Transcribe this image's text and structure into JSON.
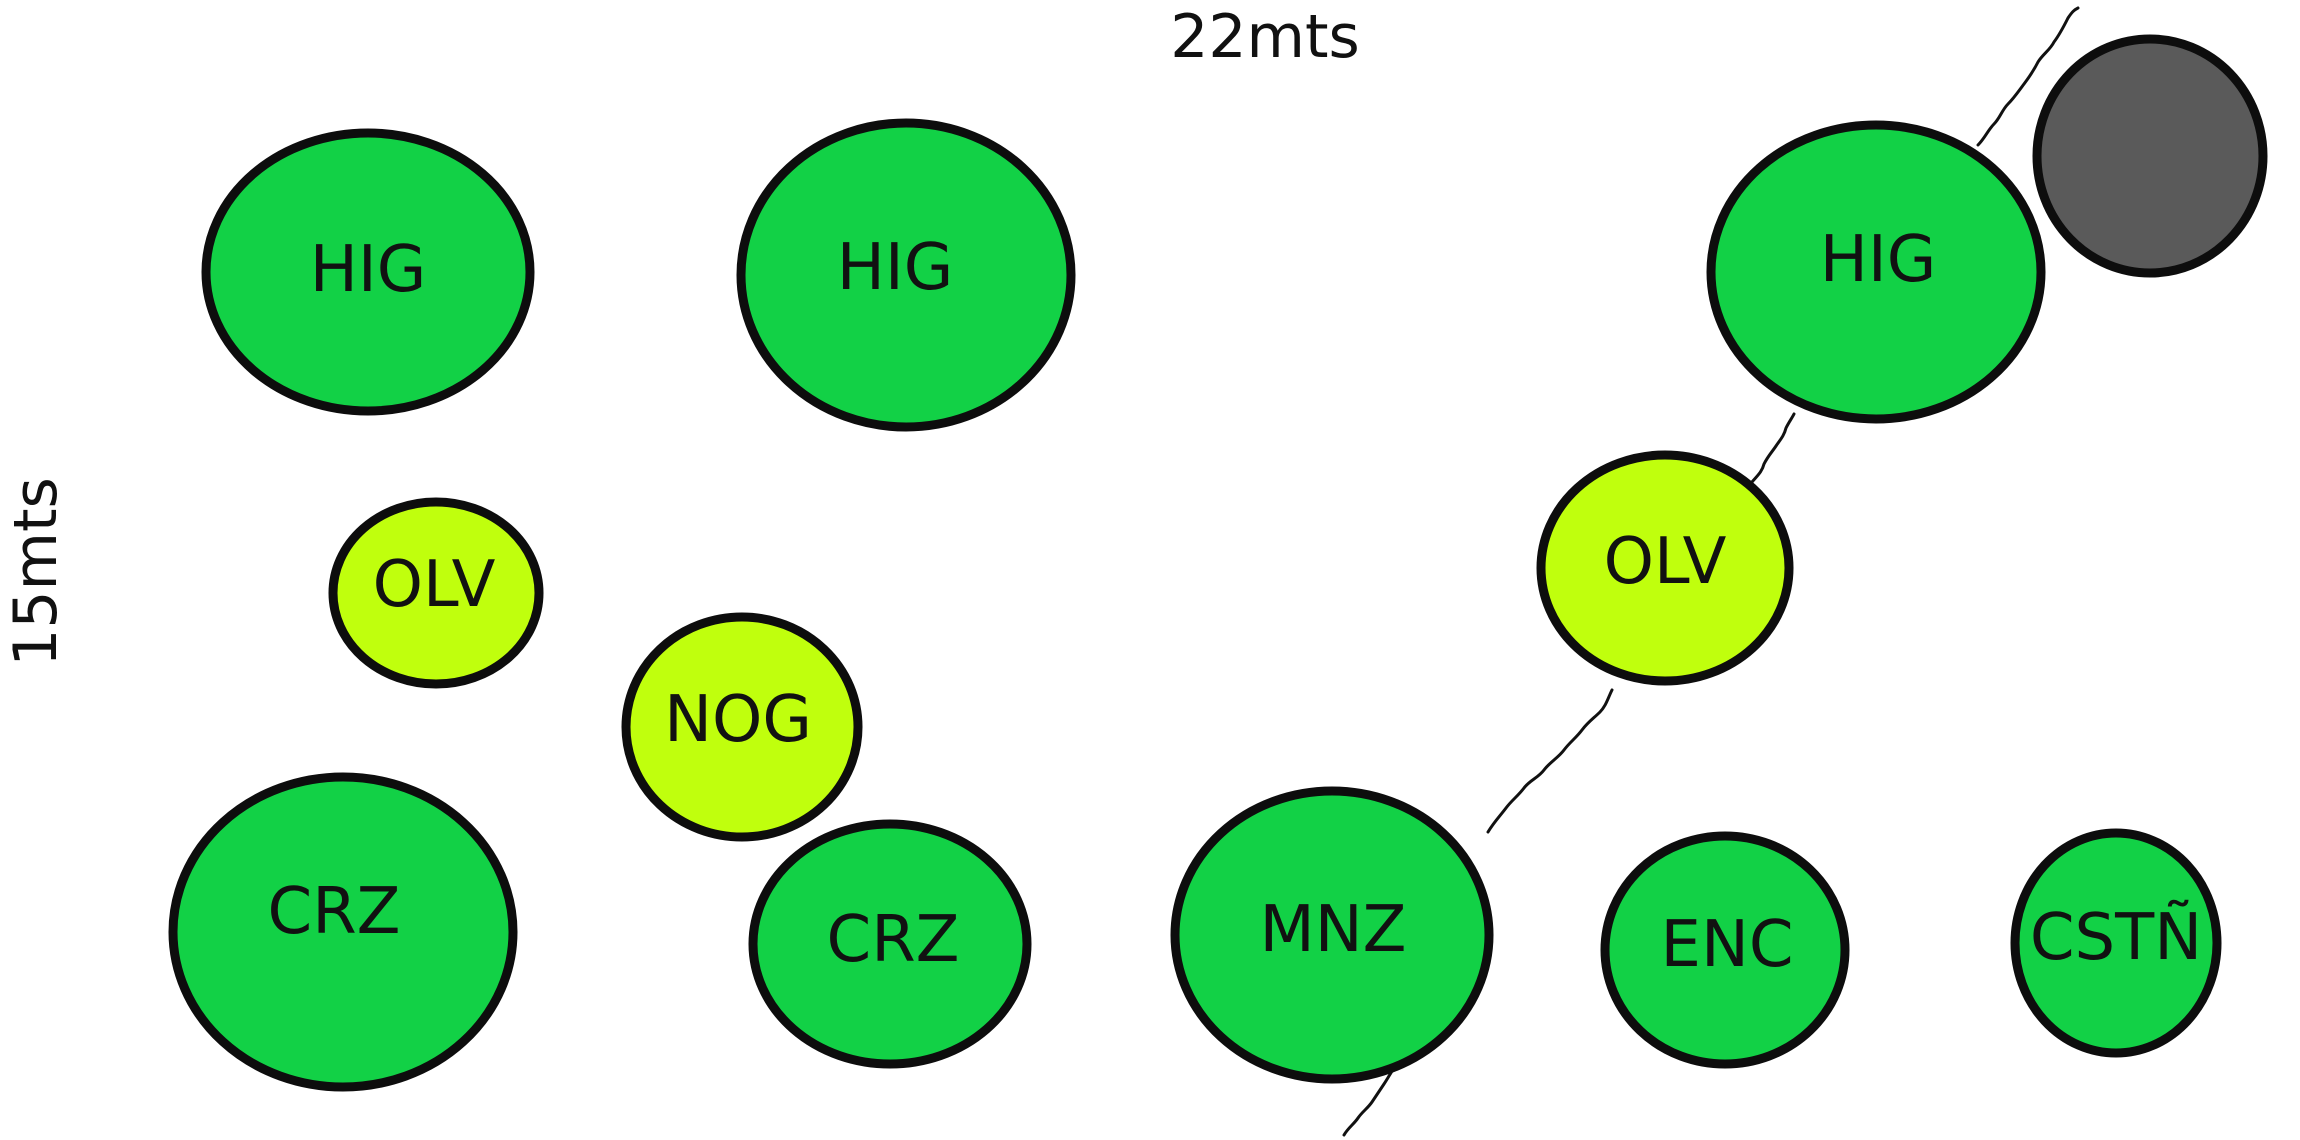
{
  "dimensions": {
    "width_label": "22mts",
    "height_label": "15mts"
  },
  "colors": {
    "canopy_green": "#12d146",
    "canopy_lime": "#c0ff0d",
    "structure_gray": "#5a5a5a",
    "outline": "#0d0d0d"
  },
  "trees": [
    {
      "id": "hig-1",
      "label": "HIG",
      "kind": "canopy_green"
    },
    {
      "id": "hig-2",
      "label": "HIG",
      "kind": "canopy_green"
    },
    {
      "id": "hig-3",
      "label": "HIG",
      "kind": "canopy_green"
    },
    {
      "id": "olv-1",
      "label": "OLV",
      "kind": "canopy_lime"
    },
    {
      "id": "olv-2",
      "label": "OLV",
      "kind": "canopy_lime"
    },
    {
      "id": "nog-1",
      "label": "NOG",
      "kind": "canopy_lime"
    },
    {
      "id": "crz-1",
      "label": "CRZ",
      "kind": "canopy_green"
    },
    {
      "id": "crz-2",
      "label": "CRZ",
      "kind": "canopy_green"
    },
    {
      "id": "mnz-1",
      "label": "MNZ",
      "kind": "canopy_green"
    },
    {
      "id": "enc-1",
      "label": "ENC",
      "kind": "canopy_green"
    },
    {
      "id": "cstn-1",
      "label": "CSTÑ",
      "kind": "canopy_green"
    }
  ],
  "structure": {
    "kind": "structure_gray"
  }
}
